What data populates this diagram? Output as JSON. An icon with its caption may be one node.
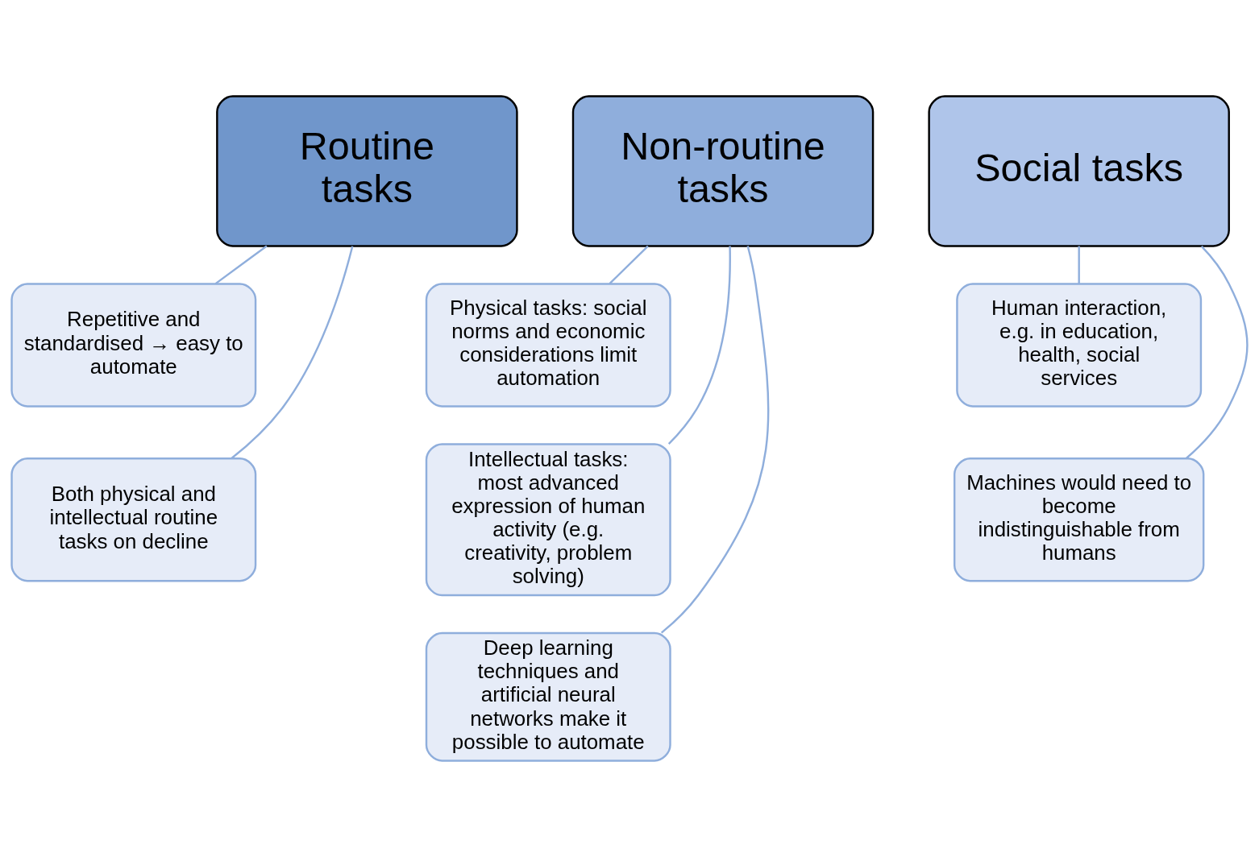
{
  "diagram": {
    "nodes": [
      {
        "text": [
          "Routine tasks"
        ]
      },
      {
        "text": [
          "Repetitive and standardised → easy to automate"
        ]
      },
      {
        "text": [
          "Both physical and intellectual routine tasks on decline"
        ]
      },
      {
        "text": [
          "Non-routine tasks"
        ]
      },
      {
        "text": [
          "Physical tasks: social norms and economic considerations limit automation"
        ]
      },
      {
        "text": [
          "Intellectual tasks: most advanced expression of human activity (e.g. creativity, problem solving)"
        ]
      },
      {
        "text": [
          "Deep learning techniques and artificial neural networks make it possible to automate"
        ]
      },
      {
        "text": [
          "Social tasks"
        ]
      },
      {
        "text": [
          "Human interaction, e.g. in education, health, social services"
        ]
      },
      {
        "text": [
          "Machines would need to become indistinguishable from humans"
        ]
      }
    ],
    "edges": [
      {
        "from": 0,
        "to": 1,
        "arrow": "none"
      },
      {
        "from": 0,
        "to": 2,
        "arrow": "none"
      },
      {
        "from": 3,
        "to": 4,
        "arrow": "none"
      },
      {
        "from": 3,
        "to": 5,
        "arrow": "none"
      },
      {
        "from": 3,
        "to": 6,
        "arrow": "none"
      },
      {
        "from": 7,
        "to": 8,
        "arrow": "none"
      },
      {
        "from": 7,
        "to": 9,
        "arrow": "none"
      }
    ]
  }
}
